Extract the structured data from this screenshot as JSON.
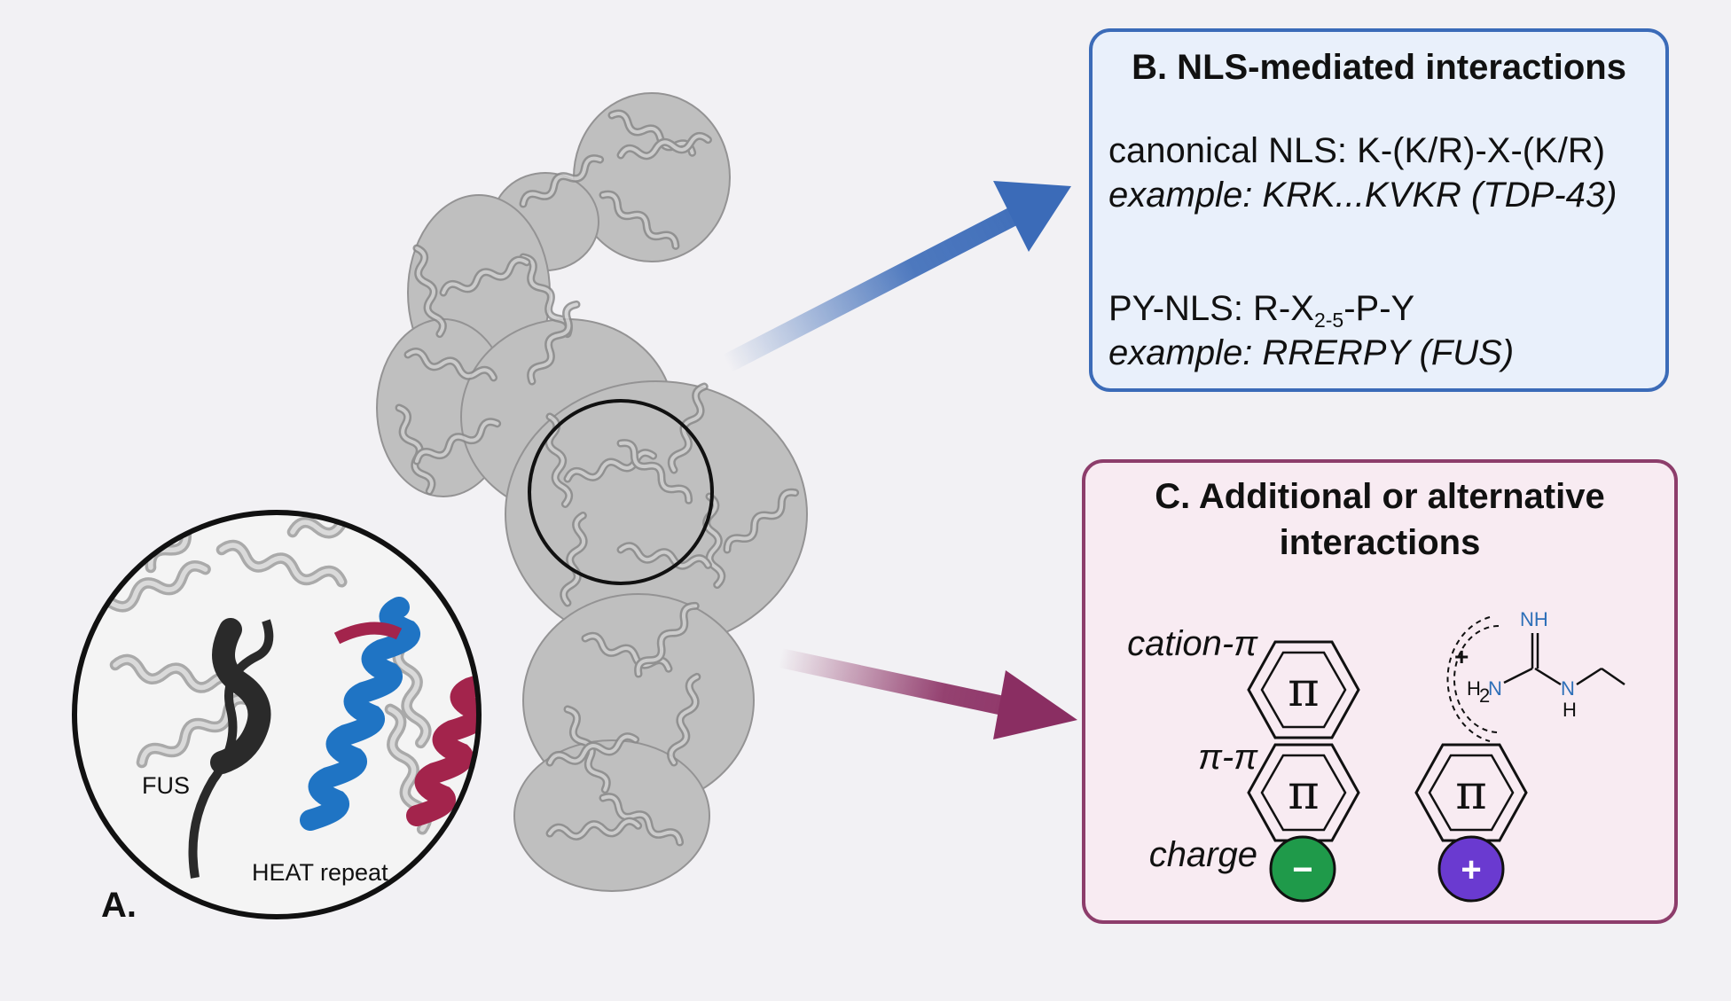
{
  "panel_a": {
    "label": "A.",
    "zoom_labels": {
      "fus": "FUS",
      "heat": "HEAT repeat"
    }
  },
  "panel_b": {
    "title": "B. NLS-mediated interactions",
    "canonical": {
      "prefix": "canonical NLS: ",
      "pattern": "K-(K/R)-X-(K/R)",
      "example": "example: KRK...KVKR (TDP-43)"
    },
    "py": {
      "prefix": "PY-NLS: R-X",
      "subscript": "2-5",
      "suffix": "-P-Y",
      "example": "example: RRERPY (FUS)"
    }
  },
  "panel_c": {
    "title_line1": "C. Additional or alternative",
    "title_line2": "interactions",
    "rows": [
      {
        "label": "cation-π",
        "symbol_1": "π"
      },
      {
        "label": "π-π",
        "symbol_1": "π",
        "symbol_2": "π"
      },
      {
        "label": "charge",
        "negative": "−",
        "positive": "+"
      }
    ],
    "guanidinium": {
      "plus": "+",
      "nh_top": "NH",
      "h2n": "H",
      "h2n_sub": "2",
      "n_left": "N",
      "n_right": "N",
      "h_bottom": "H"
    }
  },
  "colors": {
    "blue_arrow": "#3b6bb8",
    "magenta_arrow": "#8a2e62",
    "protein": "#a9a9a9",
    "fus_strand": "#2a2a2a",
    "heat_blue": "#1f74c4",
    "heat_red": "#a3244c",
    "negative": "#1f9a4a",
    "positive": "#6a3ad0"
  },
  "icons": [
    "protein-structure-image",
    "zoom-circle-icon",
    "benzene-ring-icon",
    "negative-charge-icon",
    "positive-charge-icon",
    "guanidinium-icon"
  ]
}
